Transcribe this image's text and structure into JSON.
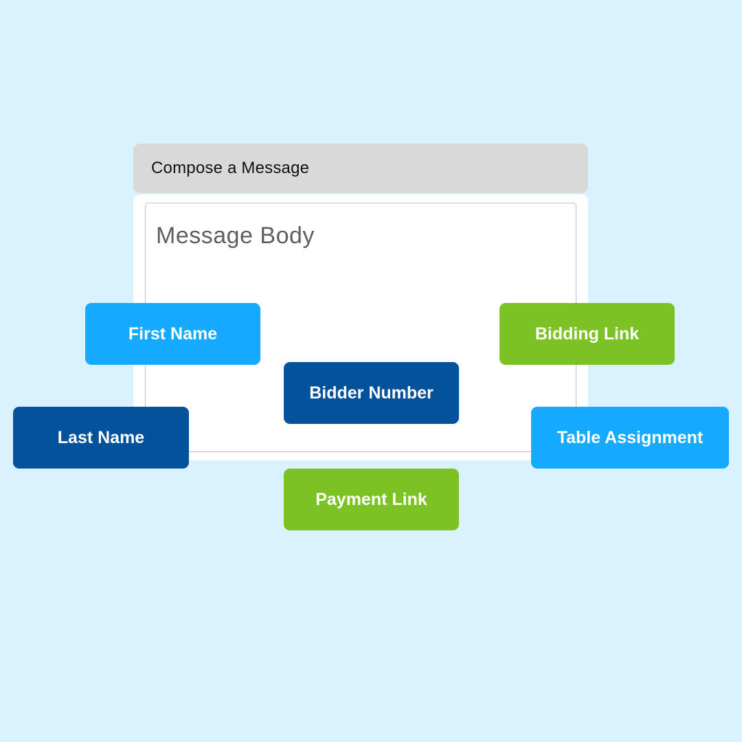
{
  "composer": {
    "title": "Compose a Message",
    "body_placeholder": "Message Body"
  },
  "tags": {
    "first_name": "First Name",
    "bidding_link": "Bidding Link",
    "bidder_number": "Bidder Number",
    "last_name": "Last Name",
    "table_assignment": "Table Assignment",
    "payment_link": "Payment Link"
  },
  "colors": {
    "background": "#daf2fe",
    "header": "#d9d9d9",
    "tag_light_blue": "#16aafe",
    "tag_dark_blue": "#04529c",
    "tag_green": "#7bc224"
  }
}
